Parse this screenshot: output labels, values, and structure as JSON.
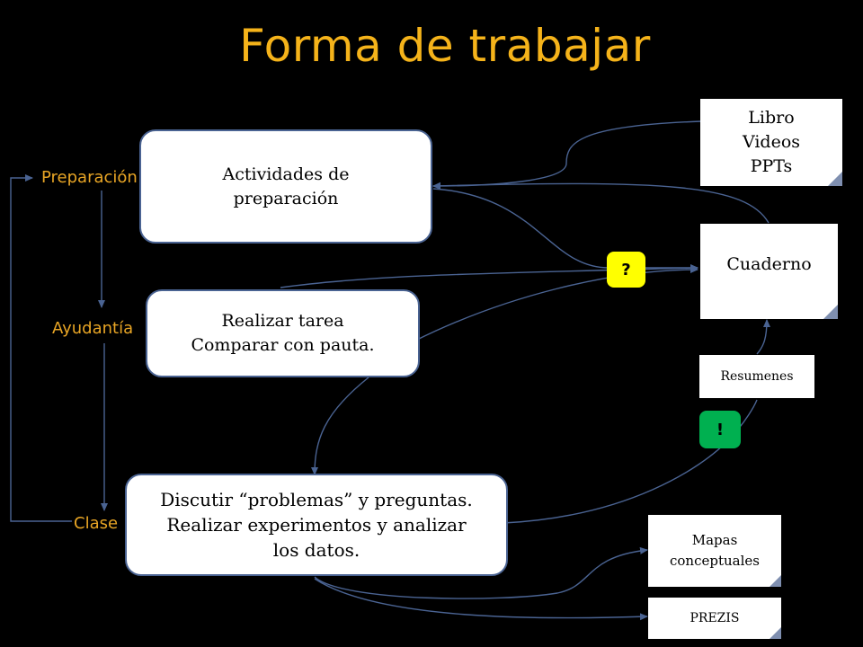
{
  "title": "Forma de trabajar",
  "stages": {
    "preparacion": "Preparación",
    "ayudantia": "Ayudantía",
    "clase": "Clase"
  },
  "boxes": {
    "actividades": "Actividades de\npreparación",
    "tarea": "Realizar tarea\nComparar con pauta.",
    "discutir": "Discutir “problemas” y preguntas.\nRealizar experimentos y analizar\nlos datos."
  },
  "notes": {
    "recursos": "Libro\nVideos\nPPTs",
    "cuaderno": "Cuaderno",
    "resumenes": "Resumenes",
    "mapas": "Mapas\nconceptuales",
    "prezis": "PREZIS"
  },
  "badges": {
    "question": "?",
    "exclamation": "!"
  },
  "colors": {
    "title": "#f5b31a",
    "stage_text": "#e8a525",
    "connector": "#4a6392",
    "question_badge": "#ffff00",
    "exclamation_badge": "#00b050"
  }
}
